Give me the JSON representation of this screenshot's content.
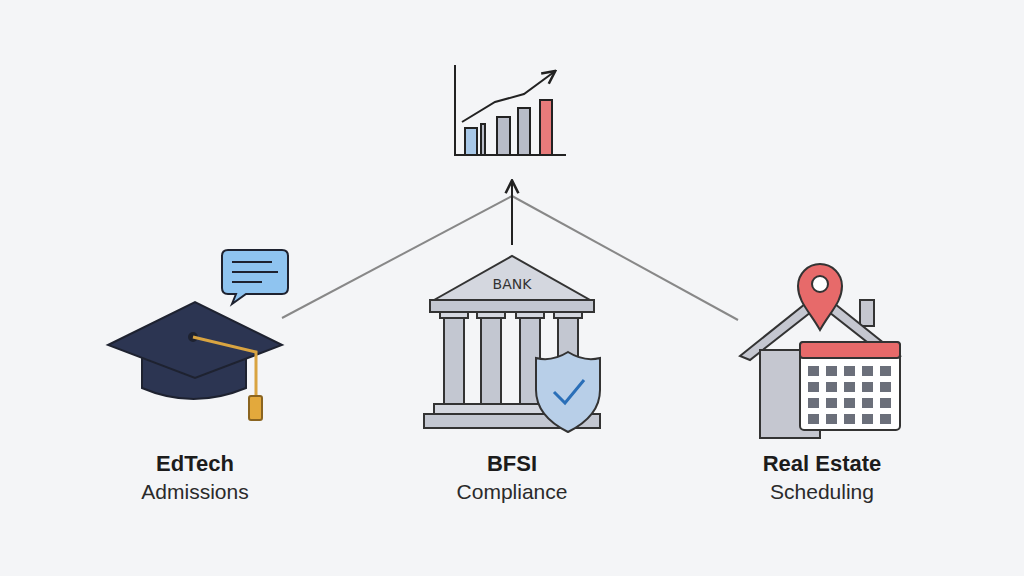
{
  "diagram": {
    "nodes": [
      {
        "text": [
          "EdTech",
          "Admissions"
        ]
      },
      {
        "text": [
          "BFSI",
          "Compliance"
        ]
      },
      {
        "text": [
          "Real Estate",
          "Scheduling"
        ]
      }
    ],
    "labels": [
      "BANK"
    ]
  }
}
